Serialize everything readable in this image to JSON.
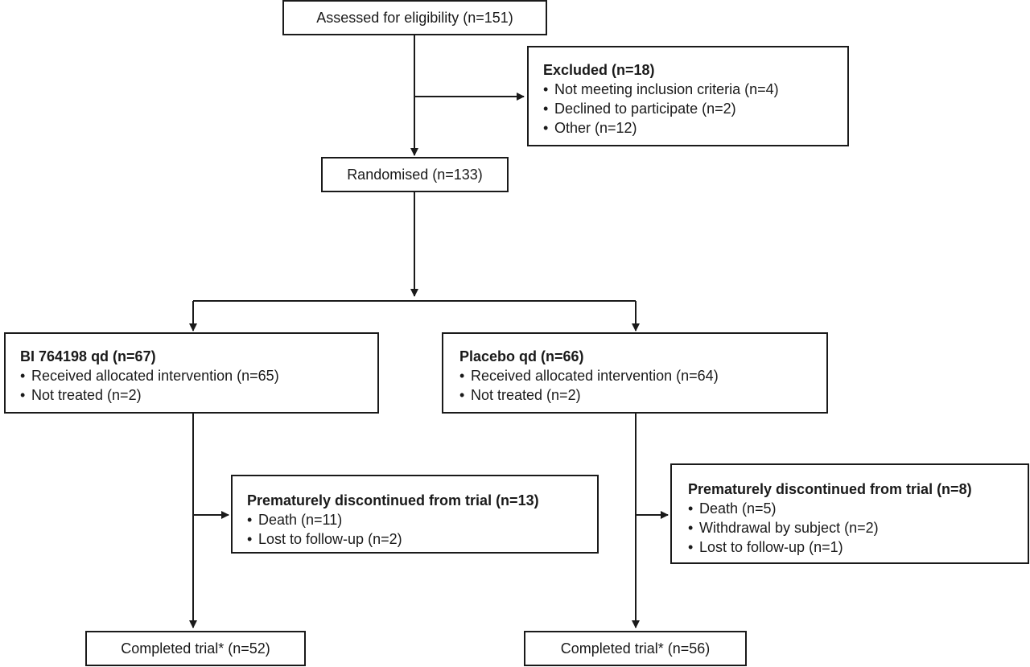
{
  "assessed": {
    "label": "Assessed for eligibility (n=151)"
  },
  "excluded": {
    "title": "Excluded (n=18)",
    "items": [
      "Not meeting inclusion criteria (n=4)",
      "Declined to participate (n=2)",
      "Other (n=12)"
    ]
  },
  "randomised": {
    "label": "Randomised (n=133)"
  },
  "arm_bi": {
    "title": "BI 764198 qd  (n=67)",
    "items": [
      "Received allocated intervention (n=65)",
      "Not treated (n=2)"
    ]
  },
  "arm_placebo": {
    "title": "Placebo qd  (n=66)",
    "items": [
      "Received allocated intervention (n=64)",
      "Not treated (n=2)"
    ]
  },
  "discontinued_bi": {
    "title": "Prematurely discontinued from trial (n=13)",
    "items": [
      "Death (n=11)",
      "Lost to follow-up (n=2)"
    ]
  },
  "discontinued_placebo": {
    "title": "Prematurely discontinued from trial (n=8)",
    "items": [
      "Death (n=5)",
      "Withdrawal by subject (n=2)",
      "Lost to follow-up (n=1)"
    ]
  },
  "completed_bi": {
    "label": "Completed trial* (n=52)"
  },
  "completed_placebo": {
    "label": "Completed trial* (n=56)"
  },
  "colors": {
    "stroke": "#1a1a1a",
    "background": "#ffffff"
  }
}
